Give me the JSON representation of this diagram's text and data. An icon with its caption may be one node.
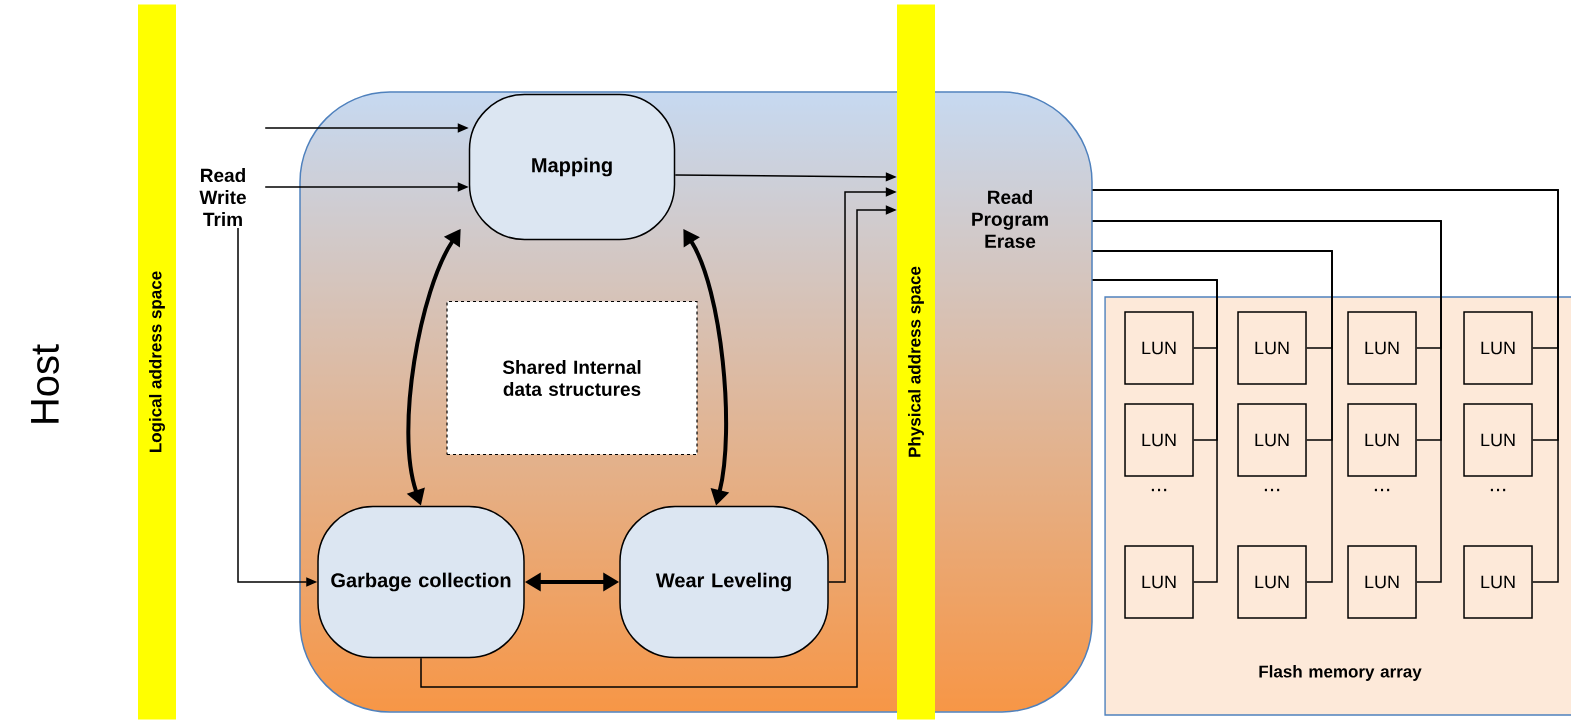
{
  "diagram": {
    "nodes": [
      {
        "text": [
          "Logical address space"
        ]
      },
      {
        "text": [
          "Read Write Trim"
        ]
      },
      {
        "text": [
          "Read Program Erase"
        ]
      },
      {
        "text": [
          "Mapping"
        ],
        "in": 2
      },
      {
        "text": [
          "Shared Internal data structures"
        ],
        "in": 2
      },
      {
        "text": [
          "Garbage collection"
        ],
        "in": 2
      },
      {
        "text": [
          "Wear Leveling"
        ],
        "in": 2
      },
      {
        "text": [
          "Physical address space"
        ]
      },
      {
        "text": [
          "Flash memory array"
        ]
      },
      {
        "text": [
          "LUN"
        ],
        "in": 8
      },
      {
        "text": [
          "LUN"
        ],
        "in": 8
      },
      {
        "text": [
          "LUN"
        ],
        "in": 8
      },
      {
        "text": [
          "LUN"
        ],
        "in": 8
      },
      {
        "text": [
          "LUN"
        ],
        "in": 8
      },
      {
        "text": [
          "LUN"
        ],
        "in": 8
      },
      {
        "text": [
          "LUN"
        ],
        "in": 8
      },
      {
        "text": [
          "LUN"
        ],
        "in": 8
      },
      {
        "text": [
          "LUN"
        ],
        "in": 8
      },
      {
        "text": [
          "LUN"
        ],
        "in": 8
      },
      {
        "text": [
          "LUN"
        ],
        "in": 8
      },
      {
        "text": [
          "LUN"
        ],
        "in": 8
      }
    ],
    "edges": [
      {
        "from": 1,
        "to": 3,
        "arrow": "to"
      },
      {
        "from": 1,
        "to": 3,
        "arrow": "to"
      },
      {
        "from": 1,
        "to": 5,
        "arrow": "to"
      },
      {
        "from": 3,
        "to": 7,
        "arrow": "to"
      },
      {
        "from": 6,
        "to": 7,
        "arrow": "to"
      },
      {
        "from": 5,
        "to": 7,
        "arrow": "to"
      },
      {
        "from": 3,
        "to": 5,
        "arrow": "both",
        "style": "thick"
      },
      {
        "from": 3,
        "to": 6,
        "arrow": "both",
        "style": "thick"
      },
      {
        "from": 5,
        "to": 6,
        "arrow": "both",
        "style": "thick"
      },
      {
        "from": 2,
        "to": 9,
        "arrow": "none"
      },
      {
        "from": 2,
        "to": 10,
        "arrow": "none"
      },
      {
        "from": 2,
        "to": 11,
        "arrow": "none"
      },
      {
        "from": 2,
        "to": 12,
        "arrow": "none"
      },
      {
        "from": 2,
        "to": 13,
        "arrow": "none"
      },
      {
        "from": 2,
        "to": 14,
        "arrow": "none"
      },
      {
        "from": 2,
        "to": 15,
        "arrow": "none"
      },
      {
        "from": 2,
        "to": 16,
        "arrow": "none"
      },
      {
        "from": 2,
        "to": 17,
        "arrow": "none"
      },
      {
        "from": 2,
        "to": 18,
        "arrow": "none"
      },
      {
        "from": 2,
        "to": 19,
        "arrow": "none"
      },
      {
        "from": 2,
        "to": 20,
        "arrow": "none"
      }
    ],
    "labels": [
      "Host",
      "...",
      "...",
      "...",
      "..."
    ]
  }
}
